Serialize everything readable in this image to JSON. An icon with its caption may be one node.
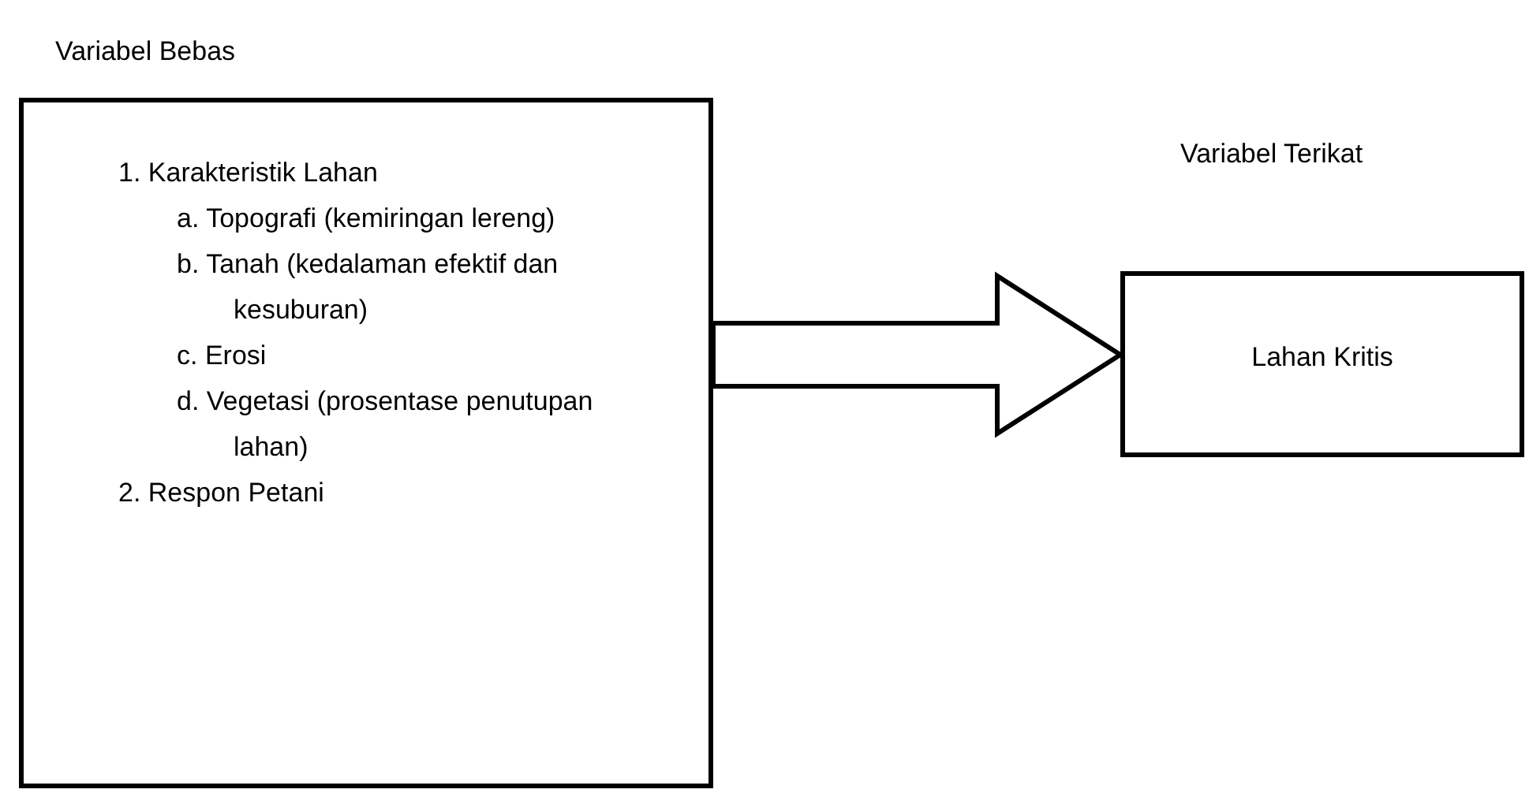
{
  "diagram": {
    "nodes": [
      {
        "text": [
          "Variabel Bebas",
          "1. Karakteristik Lahan",
          "a. Topografi (kemiringan lereng)",
          "b. Tanah (kedalaman efektif dan kesuburan)",
          "c. Erosi",
          "d. Vegetasi (prosentase penutupan lahan)",
          "2. Respon Petani"
        ]
      },
      {
        "text": [
          "Variabel Terikat",
          "Lahan Kritis"
        ]
      }
    ],
    "edges": [
      {
        "from": 0,
        "to": 1,
        "arrow": "to"
      }
    ]
  }
}
